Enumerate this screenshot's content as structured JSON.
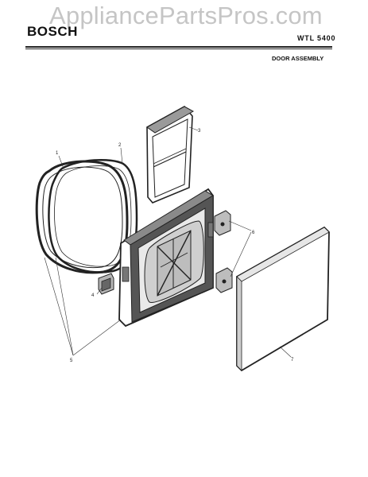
{
  "header": {
    "watermark": "AppliancePartsPros.com",
    "brand": "BOSCH",
    "model": "WTL 5400",
    "section_title": "DOOR ASSEMBLY"
  },
  "diagram": {
    "callouts": [
      {
        "id": "callout-1",
        "label": "1"
      },
      {
        "id": "callout-2",
        "label": "2"
      },
      {
        "id": "callout-3",
        "label": "3"
      },
      {
        "id": "callout-4",
        "label": "4"
      },
      {
        "id": "callout-5",
        "label": "5"
      },
      {
        "id": "callout-6",
        "label": "6"
      },
      {
        "id": "callout-7",
        "label": "7"
      }
    ]
  }
}
